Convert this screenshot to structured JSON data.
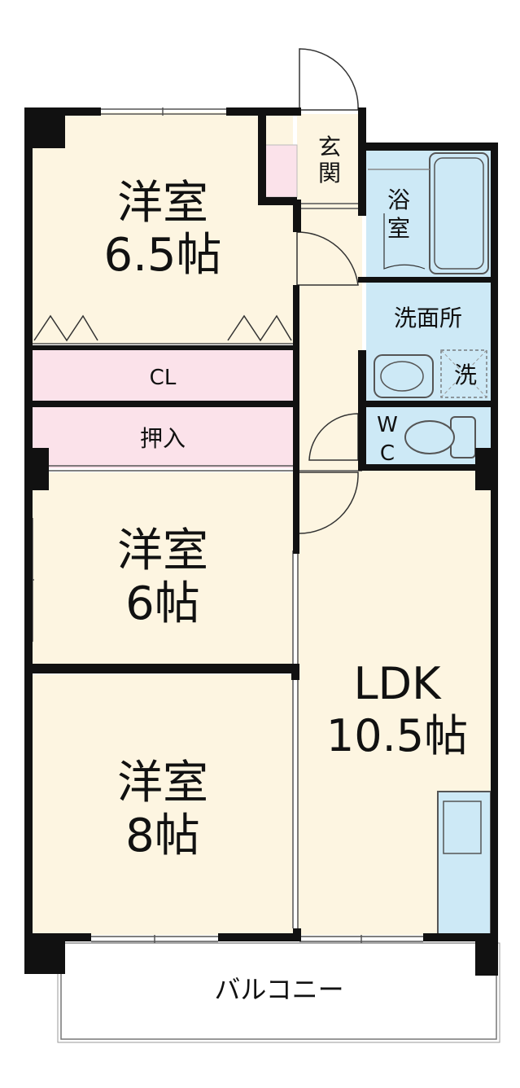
{
  "rooms": {
    "western1": {
      "name": "洋室",
      "size": "6.5帖"
    },
    "western2": {
      "name": "洋室",
      "size": "6帖"
    },
    "western3": {
      "name": "洋室",
      "size": "8帖"
    },
    "ldk": {
      "name": "LDK",
      "size": "10.5帖"
    },
    "entrance": {
      "line1": "玄",
      "line2": "関"
    },
    "bath": {
      "line1": "浴",
      "line2": "室"
    },
    "washroom": {
      "name": "洗面所",
      "washer": "洗"
    },
    "wc": {
      "line1": "W",
      "line2": "C"
    },
    "closet": {
      "name": "CL"
    },
    "oshiire": {
      "name": "押入"
    },
    "balcony": {
      "name": "バルコニー"
    }
  },
  "colors": {
    "room": "#fdf5e1",
    "storage": "#fbe2ea",
    "water": "#cde9f6",
    "wall": "#111111"
  }
}
